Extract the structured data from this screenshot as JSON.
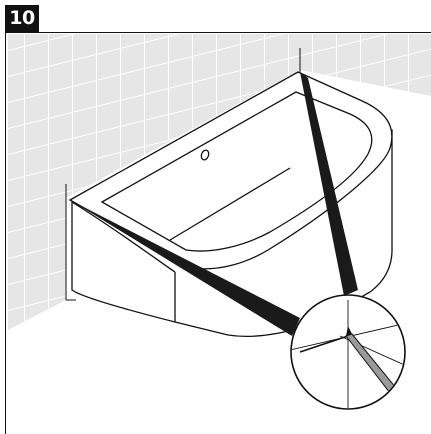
{
  "step": {
    "number": "10"
  },
  "colors": {
    "ink": "#111111",
    "tile_bg": "#e6e6e6",
    "tile_grout": "#ffffff",
    "tub_fill": "#ffffff",
    "shadow": "#1a1a1a",
    "pencil_body": "#9a9a9a"
  },
  "icons": {
    "bathtub": "bathtub-illustration",
    "magnifier": "magnifier-circle",
    "pencil": "pencil-icon"
  }
}
